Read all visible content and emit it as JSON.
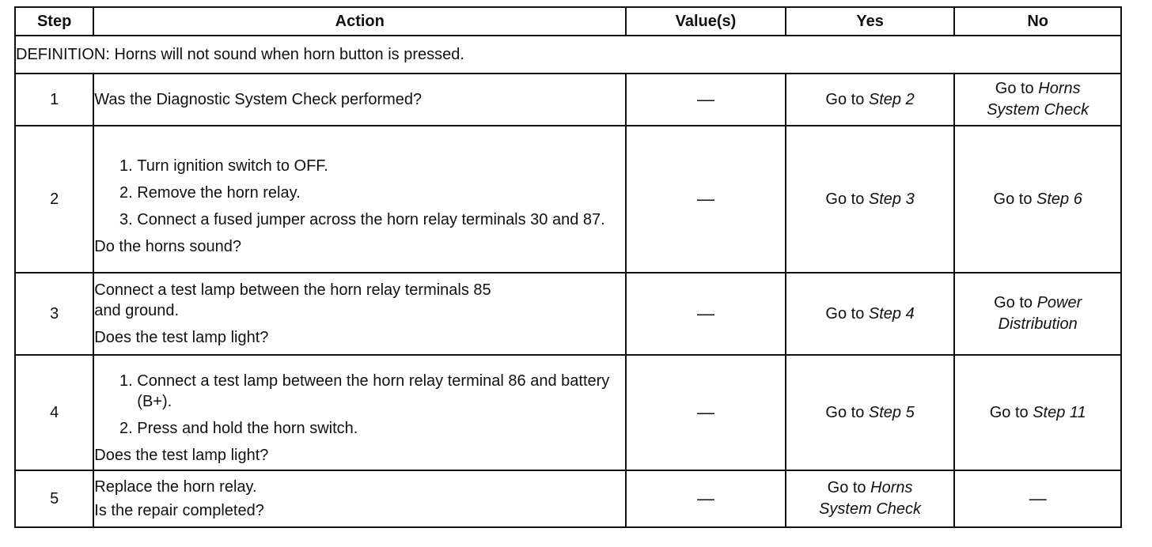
{
  "headers": {
    "step": "Step",
    "action": "Action",
    "values": "Value(s)",
    "yes": "Yes",
    "no": "No"
  },
  "definition": "DEFINITION: Horns will not sound when horn button is pressed.",
  "rows": [
    {
      "step": "1",
      "action_text": "Was the Diagnostic System Check performed?",
      "value": "—",
      "yes_prefix": "Go to ",
      "yes_link": "Step 2",
      "no_prefix": "Go to ",
      "no_link_1": "Horns",
      "no_link_2": "System Check"
    },
    {
      "step": "2",
      "items": [
        "Turn ignition switch to OFF.",
        "Remove the horn relay.",
        "Connect a fused jumper across the horn relay terminals 30 and 87."
      ],
      "question": "Do the horns sound?",
      "value": "—",
      "yes_prefix": "Go to ",
      "yes_link": "Step 3",
      "no_prefix": "Go to ",
      "no_link": "Step 6"
    },
    {
      "step": "3",
      "action_line1": "Connect a test lamp between the horn relay terminals 85",
      "action_line2": "and ground.",
      "question": "Does the test lamp light?",
      "value": "—",
      "yes_prefix": "Go to ",
      "yes_link": "Step 4",
      "no_prefix": "Go to ",
      "no_link_1": "Power",
      "no_link_2": "Distribution"
    },
    {
      "step": "4",
      "items": [
        "Connect a test lamp between the horn relay terminal 86 and battery (B+).",
        "Press and hold the horn switch."
      ],
      "question": "Does the test lamp light?",
      "value": "—",
      "yes_prefix": "Go to ",
      "yes_link": "Step 5",
      "no_prefix": "Go to ",
      "no_link": "Step 11"
    },
    {
      "step": "5",
      "action_line1": "Replace the horn relay.",
      "question": "Is the repair completed?",
      "value": "—",
      "yes_prefix": "Go to ",
      "yes_link_1": "Horns",
      "yes_link_2": "System Check",
      "no": "—"
    }
  ]
}
